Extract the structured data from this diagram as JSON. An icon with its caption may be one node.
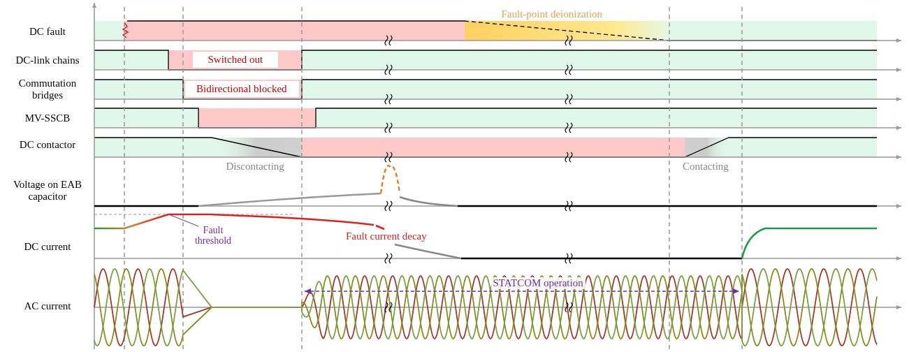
{
  "diagram": {
    "nodes": [
      {
        "text": [
          "Fault threshold"
        ]
      },
      {
        "text": [],
        "shape": "line"
      }
    ],
    "edges": [
      {
        "from": 0,
        "to": 1,
        "arrow": "none"
      }
    ],
    "labels": [
      "Fault-point deionization",
      "DC fault",
      "DC-link chains",
      "Switched out",
      "Commutation bridges",
      "Bidirectional blocked",
      "MV-SSCB",
      "DC contactor",
      "Discontacting",
      "Contacting",
      "Voltage on EAB capacitor",
      "Fault current decay",
      "DC current",
      "STATCOM operation",
      "AC current"
    ]
  }
}
